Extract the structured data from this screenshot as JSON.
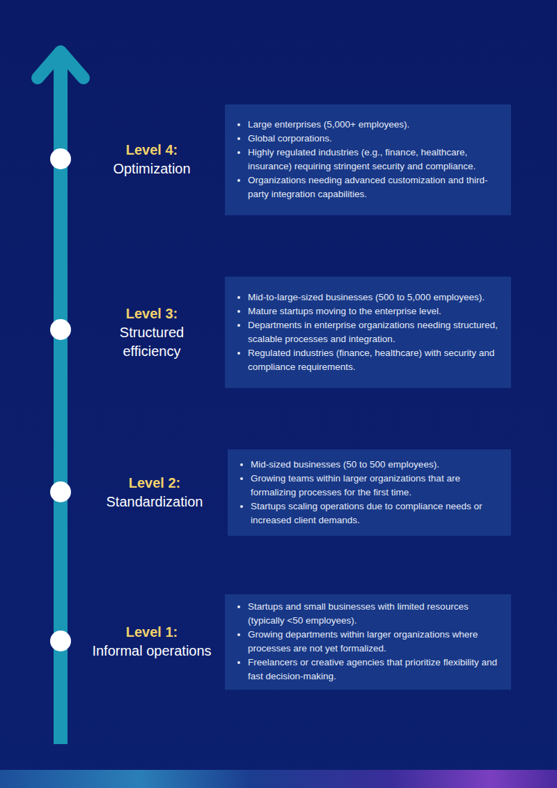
{
  "diagram": {
    "nodes": [
      {
        "text": [
          "Level 4:",
          "Optimization",
          "Large enterprises (5,000+ employees).",
          "Global corporations.",
          "Highly regulated industries (e.g., finance, healthcare, insurance) requiring stringent security and compliance.",
          "Organizations needing advanced customization and third-party integration capabilities."
        ]
      },
      {
        "text": [
          "Level 3:",
          "Structured efficiency",
          "Mid-to-large-sized businesses (500 to 5,000 employees).",
          "Mature startups moving to the enterprise level.",
          "Departments in enterprise organizations needing structured, scalable processes and integration.",
          "Regulated industries (finance, healthcare) with security and compliance requirements."
        ]
      },
      {
        "text": [
          "Level 2:",
          "Standardization",
          "Mid-sized businesses (50 to 500 employees).",
          "Growing teams within larger organizations that are formalizing processes for the first time.",
          "Startups scaling operations due to compliance needs or increased client demands."
        ]
      },
      {
        "text": [
          "Level 1:",
          "Informal operations",
          "Startups and small businesses with limited resources (typically <50 employees).",
          "Growing departments within larger organizations where processes are not yet formalized.",
          "Freelancers or creative agencies that prioritize flexibility and fast decision-making."
        ]
      }
    ]
  }
}
